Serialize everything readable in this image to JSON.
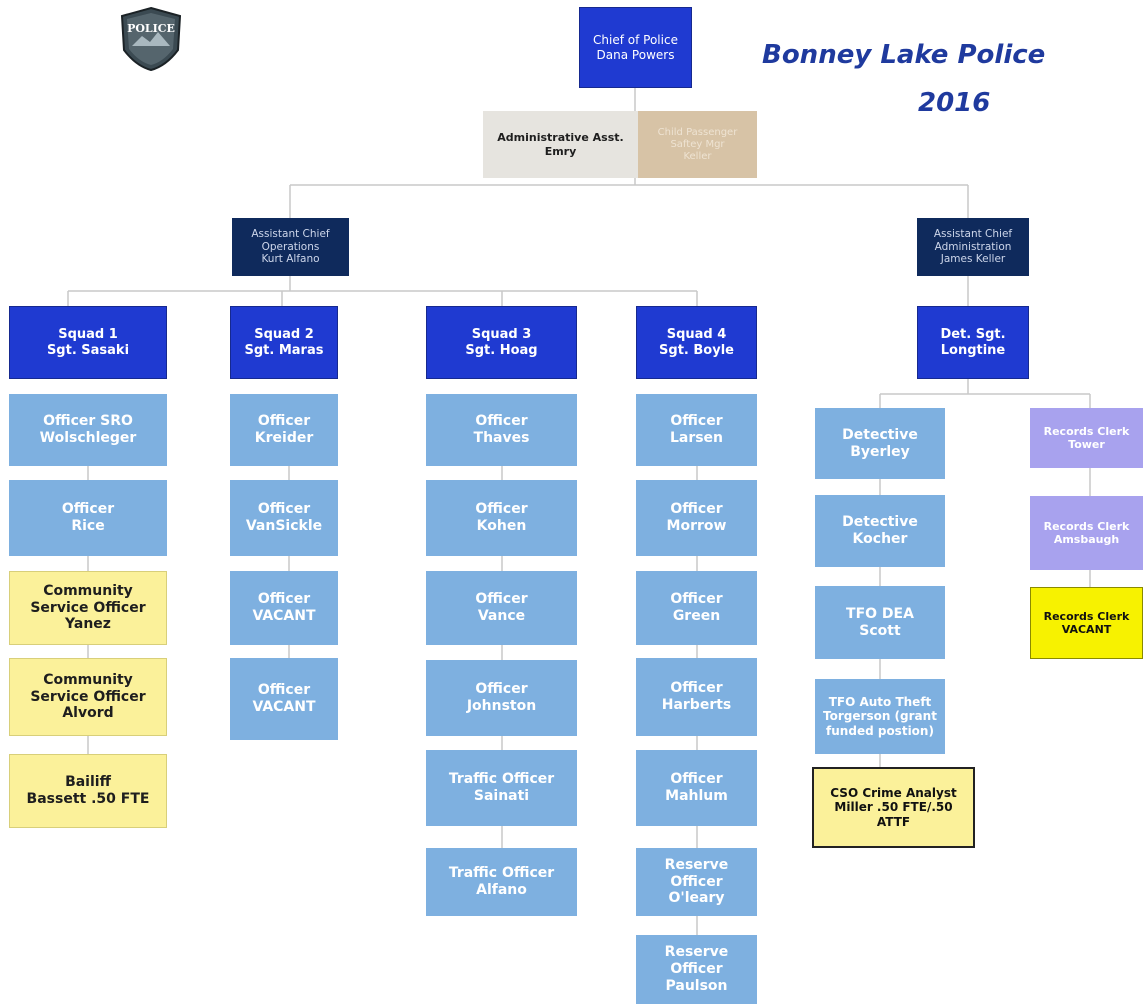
{
  "title": {
    "line1": "Bonney Lake Police",
    "line2": "2016"
  },
  "badge": {
    "text": "POLICE"
  },
  "chief": {
    "line1": "Chief of Police",
    "line2": "Dana Powers"
  },
  "admin_asst": {
    "line1": "Administrative Asst.",
    "line2": "Emry"
  },
  "child_passenger": {
    "line1": "Child Passenger",
    "line2": "Saftey Mgr",
    "line3": "Keller"
  },
  "asst_chief_ops": {
    "line1": "Assistant Chief",
    "line2": "Operations",
    "line3": "Kurt Alfano"
  },
  "asst_chief_admin": {
    "line1": "Assistant Chief",
    "line2": "Administration",
    "line3": "James Keller"
  },
  "squads": [
    {
      "line1": "Squad 1",
      "line2": "Sgt. Sasaki"
    },
    {
      "line1": "Squad 2",
      "line2": "Sgt. Maras"
    },
    {
      "line1": "Squad 3",
      "line2": "Sgt. Hoag"
    },
    {
      "line1": "Squad 4",
      "line2": "Sgt. Boyle"
    }
  ],
  "det_sgt": {
    "line1": "Det. Sgt.",
    "line2": "Longtine"
  },
  "squad1": [
    {
      "line1": "Officer SRO",
      "line2": "Wolschleger"
    },
    {
      "line1": "Officer",
      "line2": "Rice"
    },
    {
      "line1": "Community",
      "line2": "Service Officer",
      "line3": "Yanez"
    },
    {
      "line1": "Community",
      "line2": "Service Officer",
      "line3": "Alvord"
    },
    {
      "line1": "Bailiff",
      "line2": "Bassett .50 FTE"
    }
  ],
  "squad2": [
    {
      "line1": "Officer",
      "line2": "Kreider"
    },
    {
      "line1": "Officer",
      "line2": "VanSickle"
    },
    {
      "line1": "Officer",
      "line2": "VACANT"
    },
    {
      "line1": "Officer",
      "line2": "VACANT"
    }
  ],
  "squad3": [
    {
      "line1": "Officer",
      "line2": "Thaves"
    },
    {
      "line1": "Officer",
      "line2": "Kohen"
    },
    {
      "line1": "Officer",
      "line2": "Vance"
    },
    {
      "line1": "Officer",
      "line2": "Johnston"
    },
    {
      "line1": "Traffic Officer",
      "line2": "Sainati"
    },
    {
      "line1": "Traffic Officer",
      "line2": "Alfano"
    }
  ],
  "squad4": [
    {
      "line1": "Officer",
      "line2": "Larsen"
    },
    {
      "line1": "Officer",
      "line2": "Morrow"
    },
    {
      "line1": "Officer",
      "line2": "Green"
    },
    {
      "line1": "Officer",
      "line2": "Harberts"
    },
    {
      "line1": "Officer",
      "line2": "Mahlum"
    },
    {
      "line1": "Reserve",
      "line2": "Officer",
      "line3": "O'leary"
    },
    {
      "line1": "Reserve",
      "line2": "Officer",
      "line3": "Paulson"
    }
  ],
  "detectives": [
    {
      "line1": "Detective",
      "line2": "Byerley"
    },
    {
      "line1": "Detective",
      "line2": "Kocher"
    },
    {
      "line1": "TFO DEA",
      "line2": "Scott"
    },
    {
      "line1": "TFO  Auto Theft",
      "line2": "Torgerson (grant",
      "line3": "funded postion)"
    },
    {
      "line1": "CSO Crime Analyst",
      "line2": "Miller  .50 FTE/.50",
      "line3": "ATTF"
    }
  ],
  "records": [
    {
      "line1": "Records Clerk",
      "line2": "Tower"
    },
    {
      "line1": "Records Clerk",
      "line2": "Amsbaugh"
    },
    {
      "line1": "Records Clerk",
      "line2": "VACANT"
    }
  ],
  "colors": {
    "title": "#1f3a9e",
    "chief_blue": "#1f3ad1",
    "navy": "#0f2a5c",
    "officer_light_blue": "#7eb0e0",
    "soft_yellow": "#fbf19a",
    "strong_yellow": "#f7f200",
    "records_purple": "#a8a2ee"
  }
}
